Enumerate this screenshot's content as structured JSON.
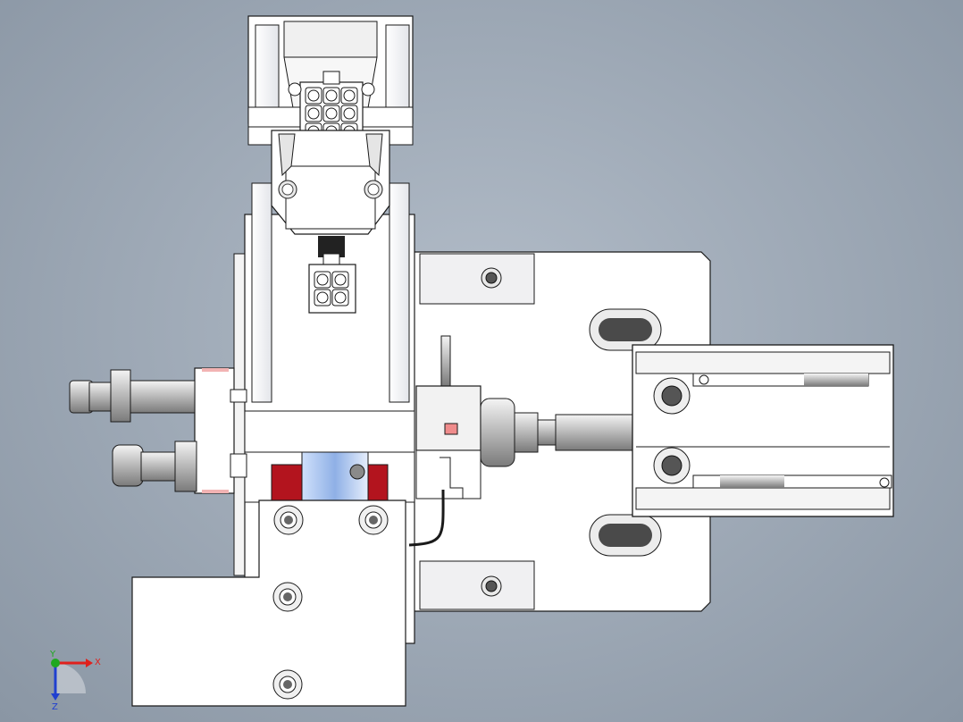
{
  "viewport": {
    "background_top": "#b2bcc8",
    "background_bottom": "#8a96a4"
  },
  "colors": {
    "part_fill": "#ffffff",
    "part_light": "#f2f2f4",
    "part_shade": "#d9dbe0",
    "edge": "#1a1a1a",
    "accent_red": "#b3141e",
    "accent_pink": "#f2b3b3",
    "accent_blue": "#a9c4ef",
    "rod_gray": "#8c8c8c"
  },
  "triad": {
    "x_label": "X",
    "y_label": "Y",
    "z_label": "Z",
    "x_color": "#e0201c",
    "y_color": "#1fa81f",
    "z_color": "#2040d0"
  }
}
